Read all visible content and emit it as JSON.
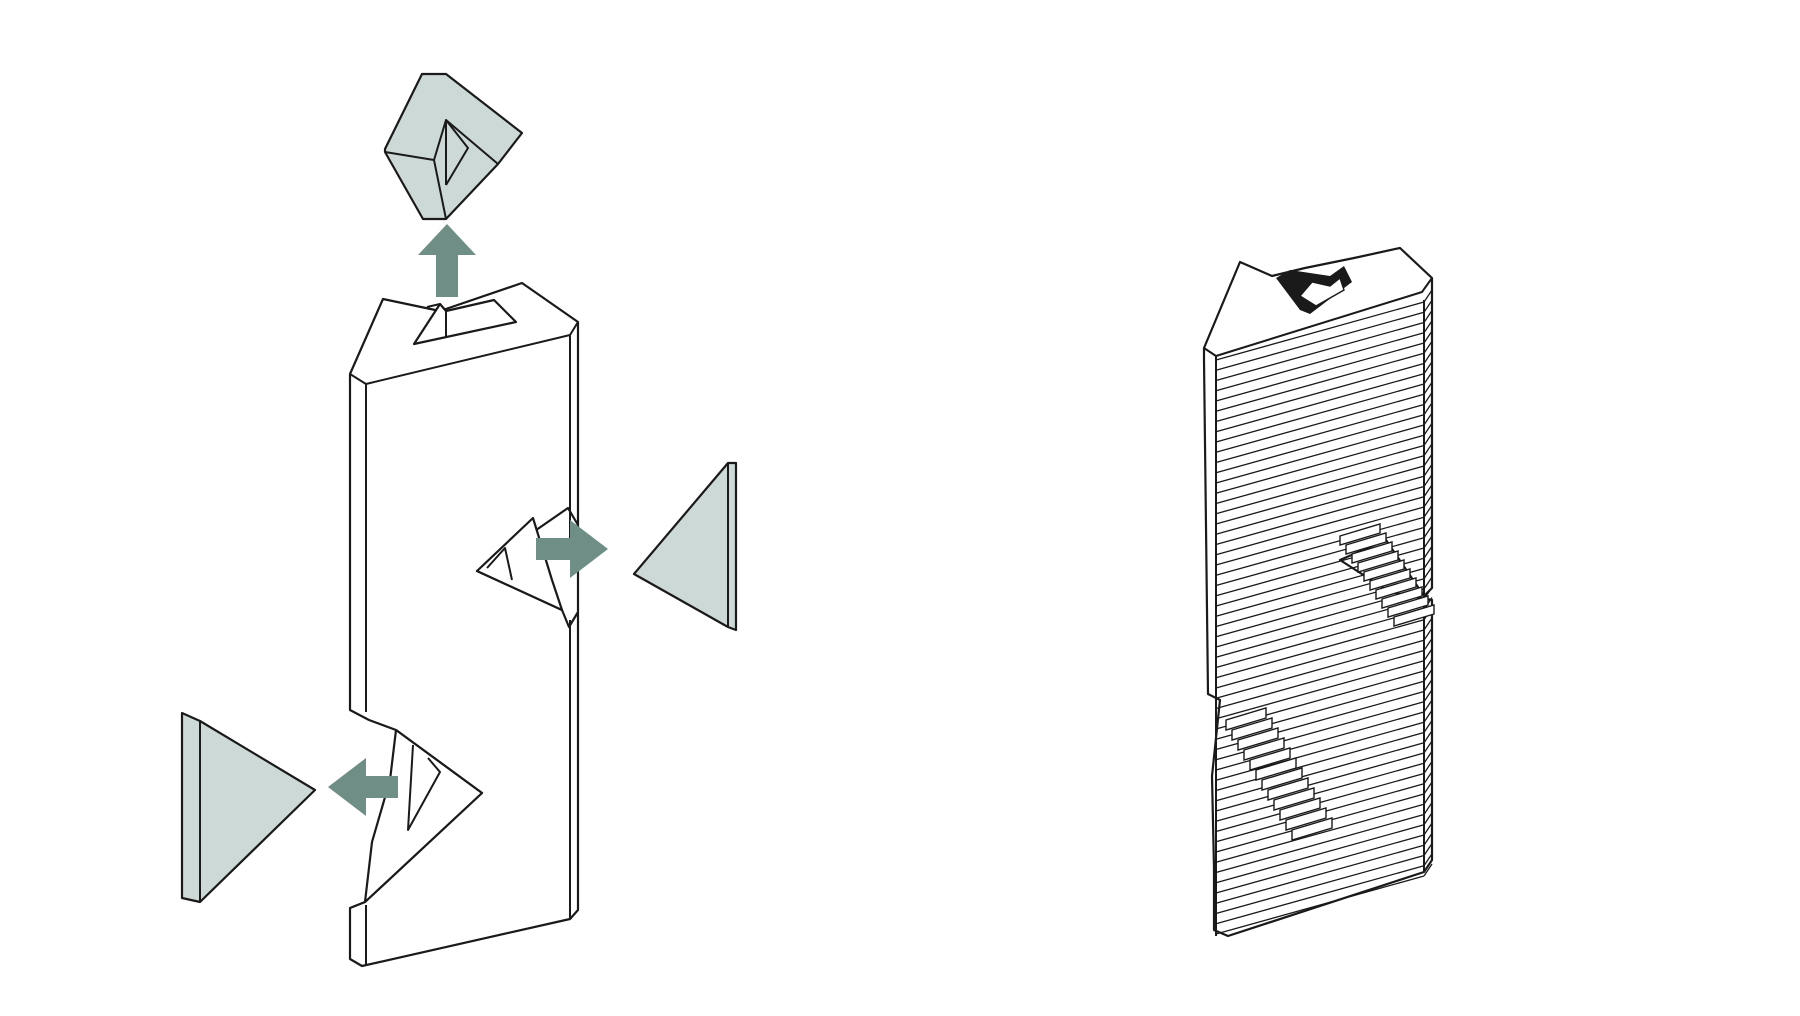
{
  "colors": {
    "stroke": "#1a1a1a",
    "piece_fill": "#cdd9d7",
    "arrow_fill": "#6f8e86",
    "background": "#ffffff"
  },
  "diagram": {
    "left_model": {
      "removed_pieces": 3,
      "arrows": [
        "up",
        "right",
        "left"
      ]
    },
    "right_model": {
      "slice_count": 56
    }
  }
}
